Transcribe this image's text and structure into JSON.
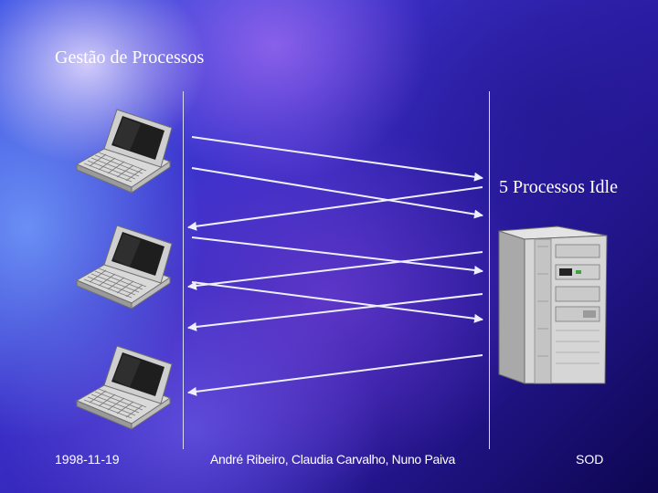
{
  "slide": {
    "title": "Gestão de Processos",
    "server_label": "5 Processos Idle",
    "footer": {
      "date": "1998-11-19",
      "authors": "André Ribeiro, Claudia Carvalho, Nuno Paiva",
      "tag": "SOD"
    }
  },
  "icons": [
    "laptop-icon",
    "laptop-icon",
    "laptop-icon",
    "server-tower-icon"
  ],
  "colors": {
    "background": "#3b2fc9",
    "text": "#ffffff",
    "arrows": "#eef0ff"
  }
}
